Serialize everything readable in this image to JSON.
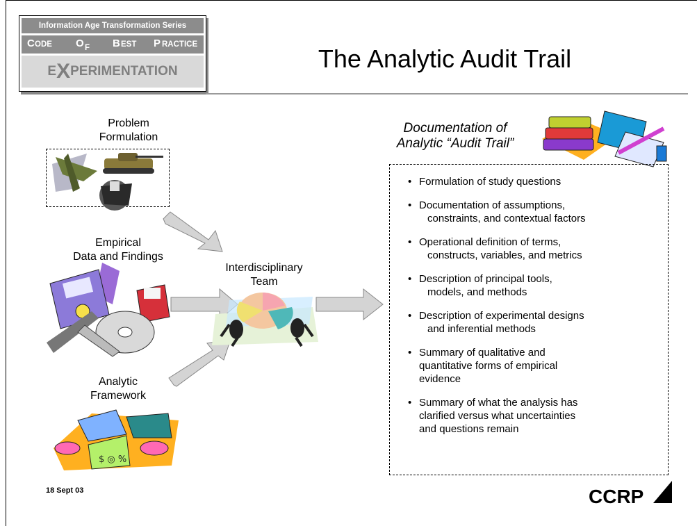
{
  "logo": {
    "series": "Information Age Transformation Series",
    "c1": "C",
    "c2": "ODE",
    "o1": "O",
    "o2": "F",
    "b1": "B",
    "b2": "EST",
    "p1": "P",
    "p2": "RACTICE",
    "e1": "E",
    "x": "X",
    "e2": "PERIMENTATION"
  },
  "title": "The Analytic Audit Trail",
  "inputs": {
    "problem": [
      "Problem",
      "Formulation"
    ],
    "empirical": [
      "Empirical",
      "Data and Findings"
    ],
    "framework": [
      "Analytic",
      "Framework"
    ]
  },
  "team": [
    "Interdisciplinary",
    "Team"
  ],
  "documentation": {
    "title": [
      "Documentation of",
      "Analytic “Audit Trail”"
    ],
    "bullet": "•",
    "items": [
      [
        "Formulation of study questions"
      ],
      [
        "Documentation of assumptions,",
        "constraints, and contextual factors"
      ],
      [
        "Operational definition of terms,",
        "constructs, variables, and metrics"
      ],
      [
        "Description of principal tools,",
        "models, and methods"
      ],
      [
        "Description of experimental designs",
        "and inferential methods"
      ],
      [
        "Summary of qualitative and",
        "quantitative forms of empirical",
        "evidence"
      ],
      [
        "Summary of what the analysis has",
        "clarified versus what uncertainties",
        "and questions remain"
      ]
    ]
  },
  "footer": {
    "date": "18 Sept 03",
    "org_logo": "CCRP"
  },
  "icons": [
    "military-clipart-icon",
    "disk-cd-clipart-icon",
    "math-clipart-icon",
    "team-pie-clipart-icon",
    "books-clipart-icon",
    "arrow-icon"
  ]
}
